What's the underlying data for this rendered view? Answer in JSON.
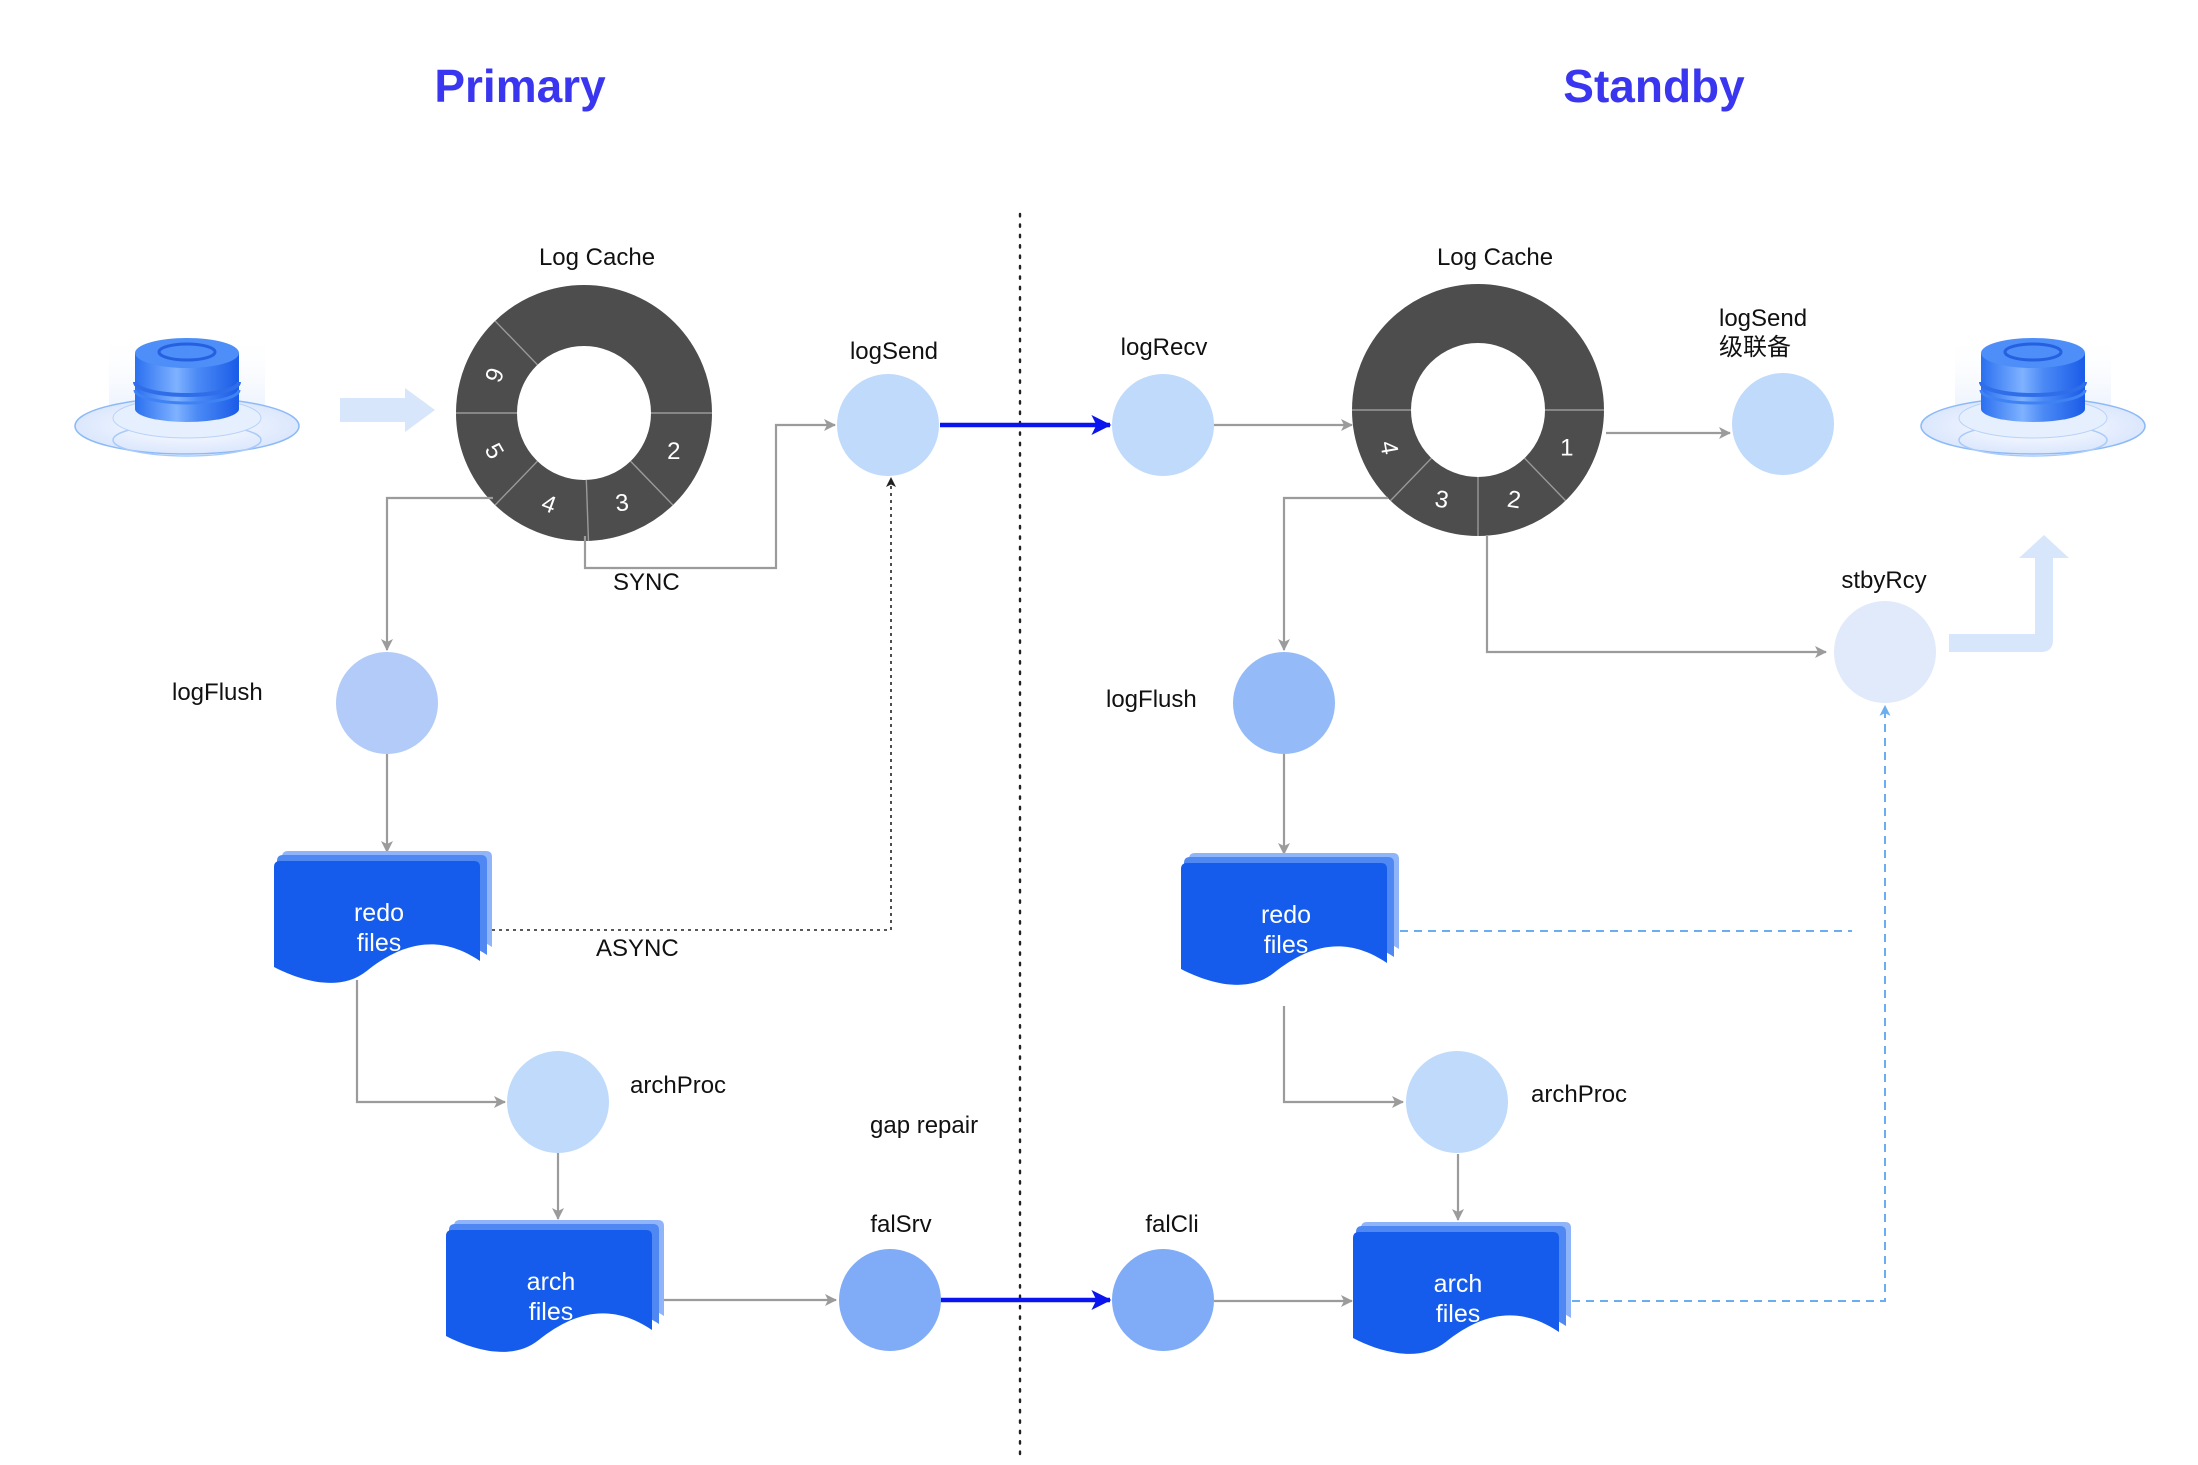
{
  "titles": {
    "primary": "Primary",
    "standby": "Standby"
  },
  "primary": {
    "log_cache": {
      "title": "Log Cache",
      "segments": [
        "2",
        "3",
        "4",
        "5",
        "6"
      ]
    },
    "nodes": {
      "log_send": "logSend",
      "log_flush": "logFlush",
      "arch_proc": "archProc",
      "fal_srv": "falSrv"
    },
    "docs": {
      "redo_files": [
        "redo",
        "files"
      ],
      "arch_files": [
        "arch",
        "files"
      ]
    },
    "edge_labels": {
      "sync": "SYNC",
      "async": "ASYNC"
    }
  },
  "standby": {
    "log_cache": {
      "title": "Log Cache",
      "segments": [
        "1",
        "2",
        "3",
        "4"
      ]
    },
    "nodes": {
      "log_recv": "logRecv",
      "log_send_cascade": [
        "logSend",
        "级联备"
      ],
      "log_flush": "logFlush",
      "arch_proc": "archProc",
      "fal_cli": "falCli",
      "stby_rcy": "stbyRcy"
    },
    "docs": {
      "redo_files": [
        "redo",
        "files"
      ],
      "arch_files": [
        "arch",
        "files"
      ]
    }
  },
  "center": {
    "gap_repair": "gap repair"
  },
  "icons": {
    "primary_db": "database-icon",
    "standby_db": "database-icon",
    "input_arrow": "arrow-right-icon",
    "recovery_arrow": "arrow-up-elbow-icon"
  },
  "colors": {
    "title": "#3a36f0",
    "ring": "#4d4d4d",
    "node_light": "#bfdafb",
    "node_flush_primary": "#b3cbf8",
    "node_flush_standby": "#94bbf8",
    "node_fal": "#80abf6",
    "node_stby": "#e1eafb",
    "doc_fill": "#155ced",
    "transfer_arrow": "#0a14ee",
    "dashed_link": "#6aaef0"
  }
}
